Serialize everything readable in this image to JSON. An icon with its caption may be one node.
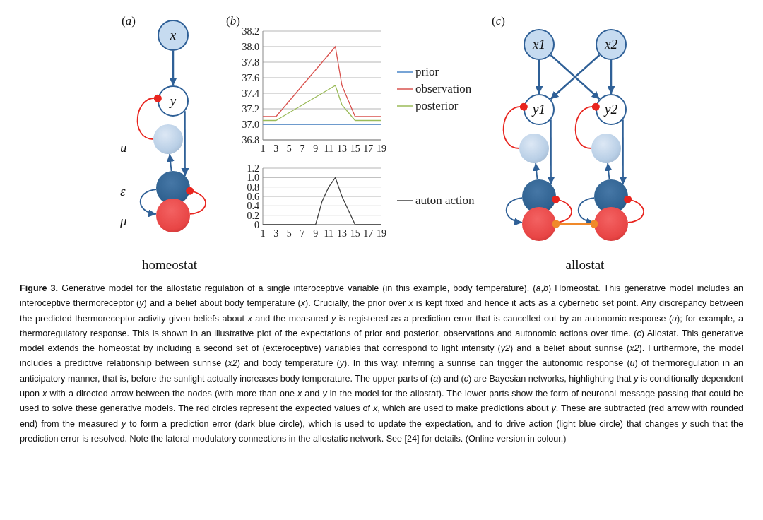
{
  "diagram": {
    "caption": "**Figure 3.** Generative model for the allostatic regulation of a single interoceptive variable (in this example, body temperature). (*a*,*b*) Homeostat. This generative model includes an interoceptive thermoreceptor (*y*) and a belief about body temperature (*x*). Crucially, the prior over *x* is kept fixed and hence it acts as a cybernetic set point. Any discrepancy between the predicted thermoreceptor activity given beliefs about *x* and the measured *y* is registered as a prediction error that is cancelled out by an autonomic response (*u*); for example, a thermoregulatory response. This is shown in an illustrative plot of the expectations of prior and posterior, observations and autonomic actions over time. (*c*) Allostat. This generative model extends the homeostat by including a second set of (exteroceptive) variables that correspond to light intensity (*y2*) and a belief about sunrise (*x2*). Furthermore, the model includes a predictive relationship between sunrise (*x2*) and body temperature (*y*). In this way, inferring a sunrise can trigger the autonomic response (*u*) of thermoregulation in an anticipatory manner, that is, before the sunlight actually increases body temperature. The upper parts of (*a*) and (*c*) are Bayesian networks, highlighting that *y* is conditionally dependent upon *x* with a directed arrow between the nodes (with more than one *x* and *y* in the model for the allostat). The lower parts show the form of neuronal message passing that could be used to solve these generative models. The red circles represent the expected values of *x*, which are used to make predictions about *y*. These are subtracted (red arrow with rounded end) from the measured *y* to form a prediction error (dark blue circle), which is used to update the expectation, and to drive action (light blue circle) that changes *y* such that the prediction error is resolved. Note the lateral modulatory connections in the allostatic network. See [24] for details. (Online version in colour.)",
    "nodes": [
      {
        "text": [
          "x"
        ]
      },
      {
        "text": [
          "y"
        ]
      },
      {
        "text": [],
        "shape": "circle",
        "beside": [
          "u"
        ]
      },
      {
        "text": [],
        "shape": "circle",
        "beside": [
          "ε"
        ]
      },
      {
        "text": [],
        "shape": "circle",
        "beside": [
          "μ"
        ]
      },
      {
        "text": [
          "x1"
        ]
      },
      {
        "text": [
          "x2"
        ]
      },
      {
        "text": [
          "y1"
        ]
      },
      {
        "text": [
          "y2"
        ]
      },
      {
        "text": [],
        "shape": "circle"
      },
      {
        "text": [],
        "shape": "circle"
      },
      {
        "text": [],
        "shape": "circle"
      },
      {
        "text": [],
        "shape": "circle"
      },
      {
        "text": [],
        "shape": "circle"
      },
      {
        "text": [],
        "shape": "circle"
      }
    ],
    "edges": [
      {
        "from": 0,
        "to": 1,
        "arrow": "to"
      },
      {
        "from": 2,
        "to": 1,
        "arrow": "other",
        "color": "#e8251f"
      },
      {
        "from": 1,
        "to": 3,
        "arrow": "to"
      },
      {
        "from": 3,
        "to": 2,
        "arrow": "to"
      },
      {
        "from": 3,
        "to": 4,
        "arrow": "to"
      },
      {
        "from": 4,
        "to": 3,
        "arrow": "other",
        "color": "#e8251f"
      },
      {
        "from": 5,
        "to": 7,
        "arrow": "to"
      },
      {
        "from": 5,
        "to": 8,
        "arrow": "to"
      },
      {
        "from": 6,
        "to": 7,
        "arrow": "to"
      },
      {
        "from": 6,
        "to": 8,
        "arrow": "to"
      },
      {
        "from": 9,
        "to": 7,
        "arrow": "other",
        "color": "#e8251f"
      },
      {
        "from": 7,
        "to": 11,
        "arrow": "to"
      },
      {
        "from": 11,
        "to": 9,
        "arrow": "to"
      },
      {
        "from": 11,
        "to": 13,
        "arrow": "to"
      },
      {
        "from": 13,
        "to": 11,
        "arrow": "other",
        "color": "#e8251f"
      },
      {
        "from": 10,
        "to": 8,
        "arrow": "other",
        "color": "#e8251f"
      },
      {
        "from": 8,
        "to": 12,
        "arrow": "to"
      },
      {
        "from": 12,
        "to": 10,
        "arrow": "to"
      },
      {
        "from": 12,
        "to": 14,
        "arrow": "to"
      },
      {
        "from": 14,
        "to": 12,
        "arrow": "other",
        "color": "#e8251f"
      },
      {
        "from": 13,
        "to": 14,
        "arrow": "other",
        "color": "#f0892a"
      }
    ],
    "labels": [
      "(*a*)",
      "(*b*)",
      "(*c*)",
      "homeostat",
      "allostat"
    ],
    "chart_data": [
      {
        "type": "line",
        "x": [
          1,
          2,
          3,
          4,
          5,
          6,
          7,
          8,
          9,
          10,
          11,
          12,
          13,
          14,
          15,
          16,
          17,
          18,
          19
        ],
        "xticks": [
          1,
          3,
          5,
          7,
          9,
          11,
          13,
          15,
          17,
          19
        ],
        "ylim": [
          36.8,
          38.2
        ],
        "xlim": [
          1,
          19
        ],
        "grid": true,
        "legend": "right",
        "yticks": [
          36.8,
          {
            "value": 37,
            "label": "37.0"
          },
          37.2,
          37.4,
          37.6,
          37.8,
          {
            "value": 38,
            "label": "38.0"
          },
          38.2
        ],
        "series": [
          {
            "name": "prior",
            "color": "#4a86c8",
            "values": [
              37.0,
              37.0,
              37.0,
              37.0,
              37.0,
              37.0,
              37.0,
              37.0,
              37.0,
              37.0,
              37.0,
              37.0,
              37.0,
              37.0,
              37.0,
              37.0,
              37.0,
              37.0,
              37.0
            ]
          },
          {
            "name": "observation",
            "color": "#d9534f",
            "values": [
              37.1,
              37.1,
              37.1,
              37.2,
              37.3,
              37.4,
              37.5,
              37.6,
              37.7,
              37.8,
              37.9,
              38.0,
              37.5,
              37.3,
              37.1,
              37.1,
              37.1,
              37.1,
              37.1
            ]
          },
          {
            "name": "posterior",
            "color": "#9bbb59",
            "values": [
              37.05,
              37.05,
              37.05,
              37.1,
              37.15,
              37.2,
              37.25,
              37.3,
              37.35,
              37.4,
              37.45,
              37.5,
              37.25,
              37.15,
              37.05,
              37.05,
              37.05,
              37.05,
              37.05
            ]
          }
        ]
      },
      {
        "type": "line",
        "x": [
          1,
          2,
          3,
          4,
          5,
          6,
          7,
          8,
          9,
          10,
          11,
          12,
          13,
          14,
          15,
          16,
          17,
          18,
          19
        ],
        "xticks": [
          1,
          3,
          5,
          7,
          9,
          11,
          13,
          15,
          17,
          19
        ],
        "ylim": [
          0,
          1.2
        ],
        "xlim": [
          1,
          19
        ],
        "grid": true,
        "legend": "right",
        "yticks": [
          0,
          0.2,
          0.4,
          0.6,
          0.8,
          {
            "value": 1,
            "label": "1.0"
          },
          1.2
        ],
        "series": [
          {
            "name": "auton action",
            "color": "#404040",
            "values": [
              0,
              0,
              0,
              0,
              0,
              0,
              0,
              0,
              0,
              0.5,
              0.8,
              1.0,
              0.6,
              0.3,
              0,
              0,
              0,
              0,
              0
            ]
          }
        ]
      }
    ]
  }
}
